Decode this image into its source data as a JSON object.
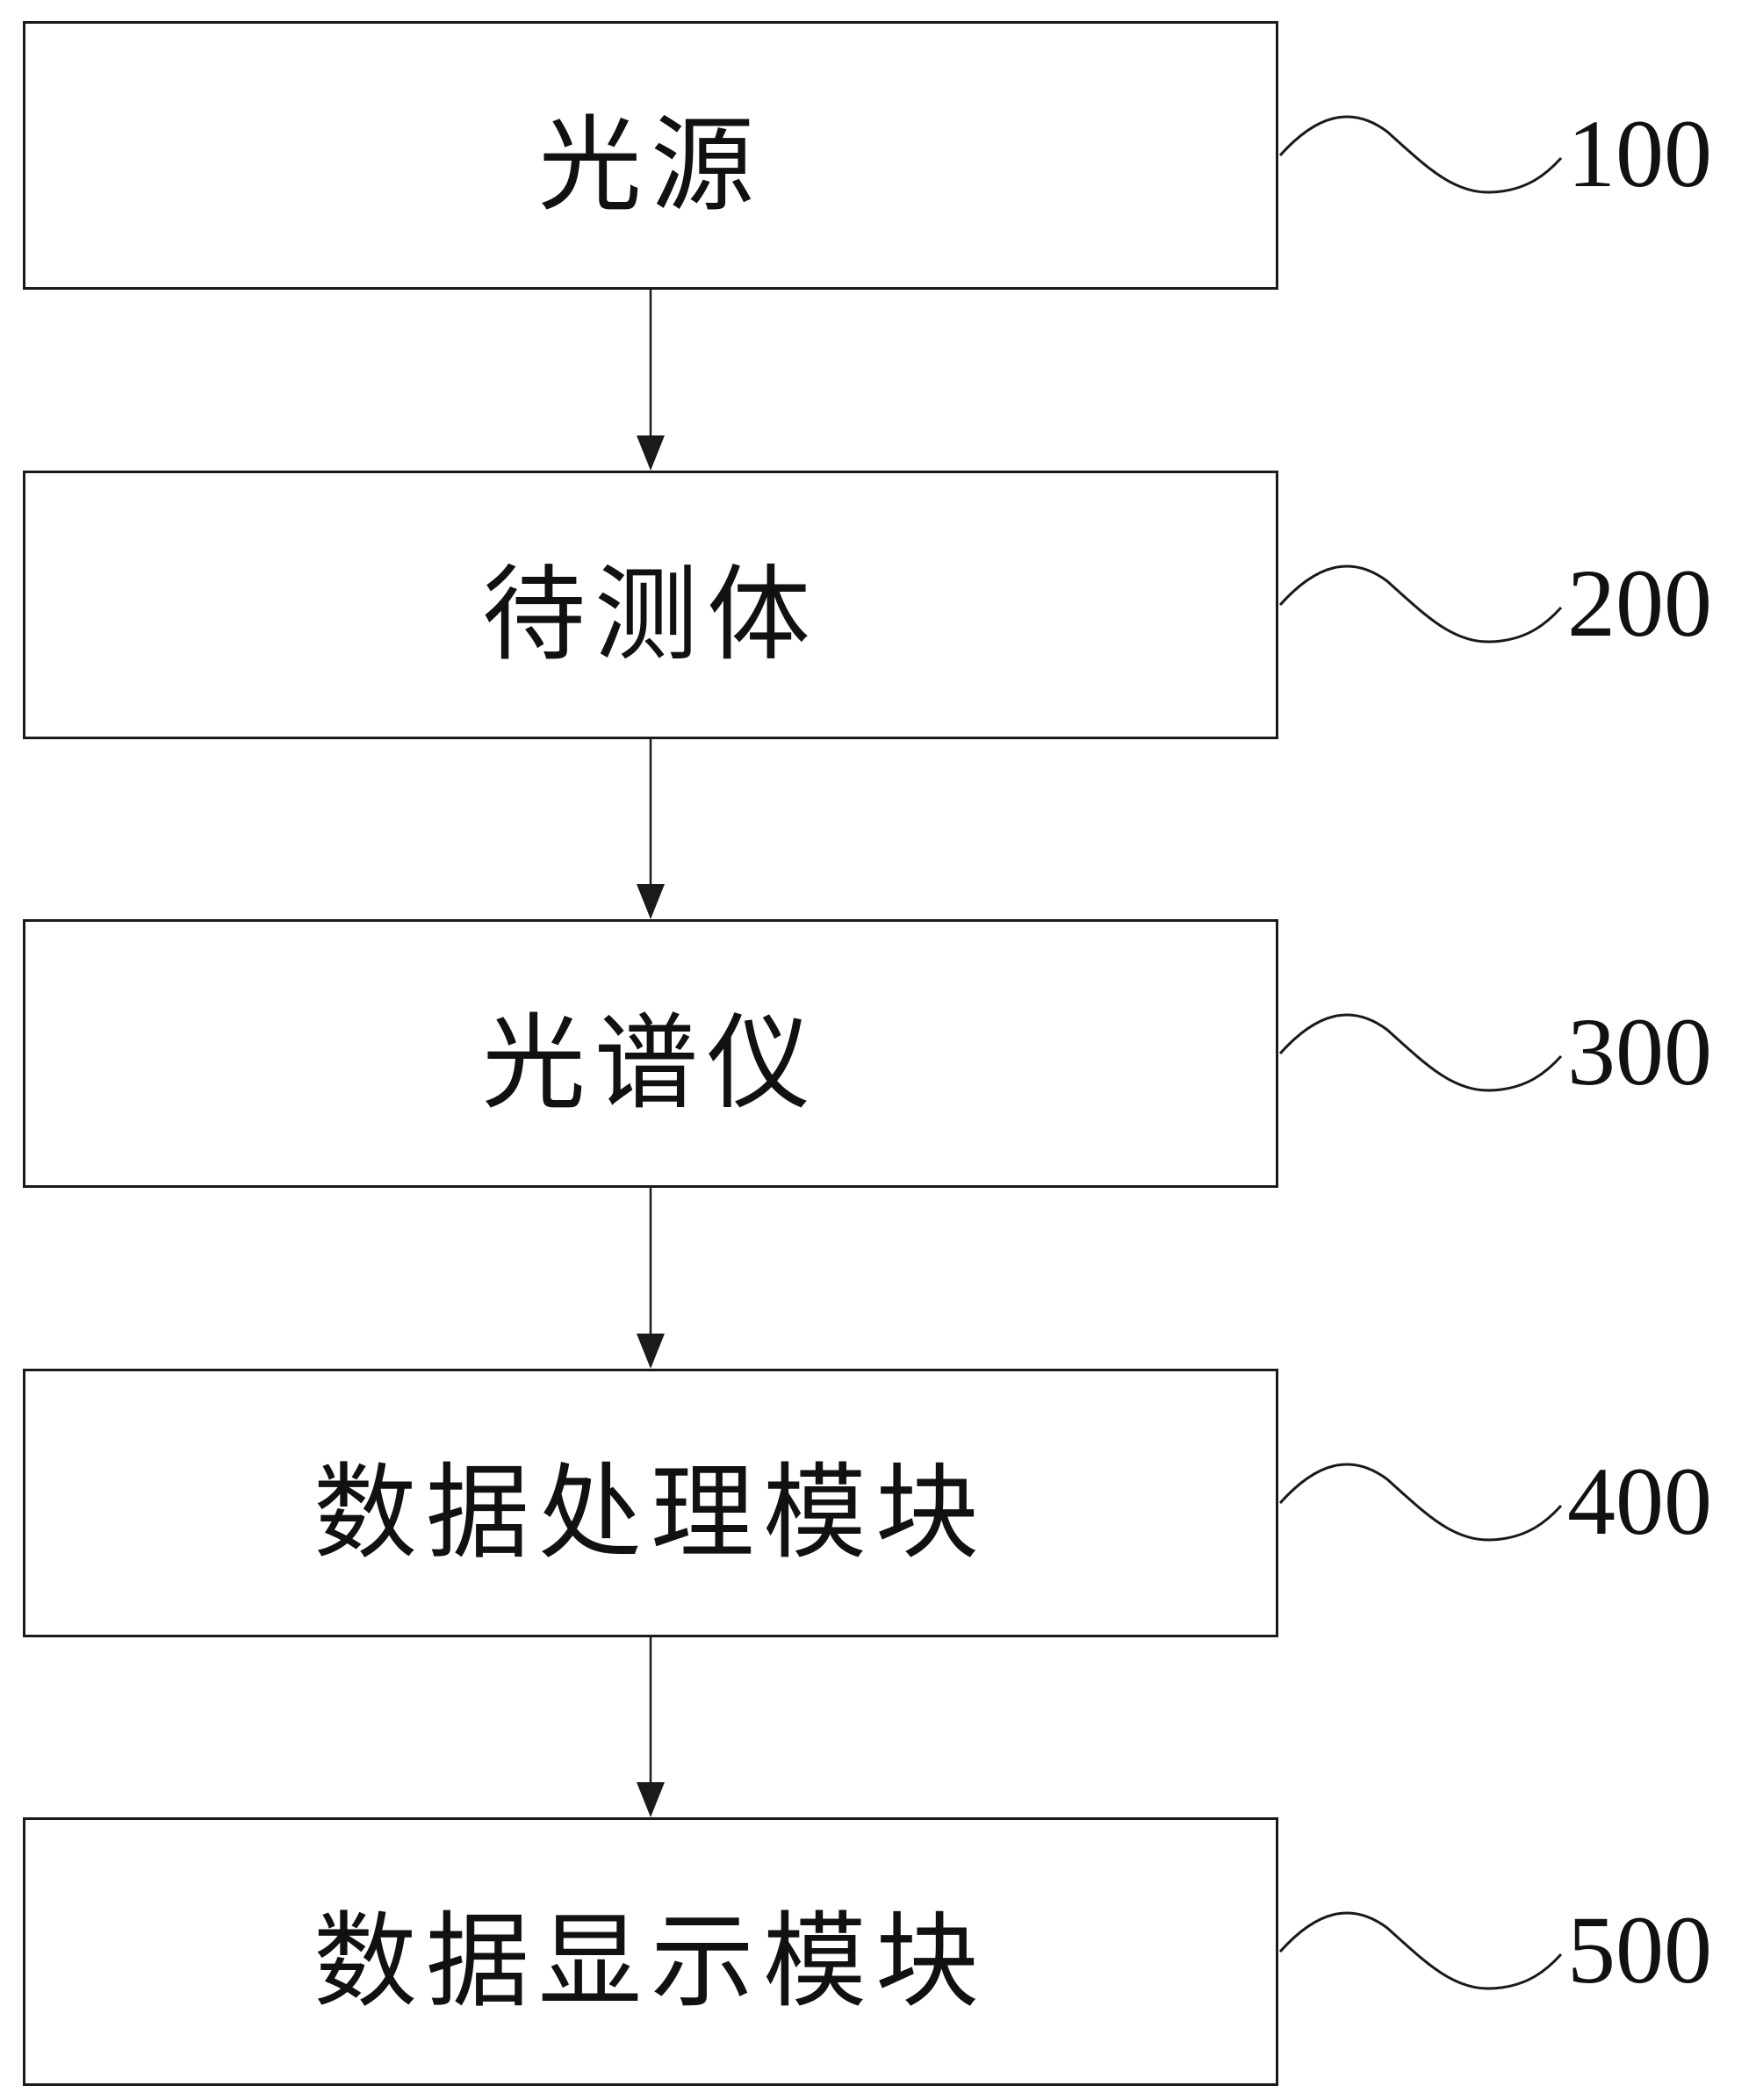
{
  "diagram": {
    "blocks": [
      {
        "label": "光源",
        "ref": "100"
      },
      {
        "label": "待测体",
        "ref": "200"
      },
      {
        "label": "光谱仪",
        "ref": "300"
      },
      {
        "label": "数据处理模块",
        "ref": "400"
      },
      {
        "label": "数据显示模块",
        "ref": "500"
      }
    ],
    "line_color": "#1a1a1a"
  }
}
